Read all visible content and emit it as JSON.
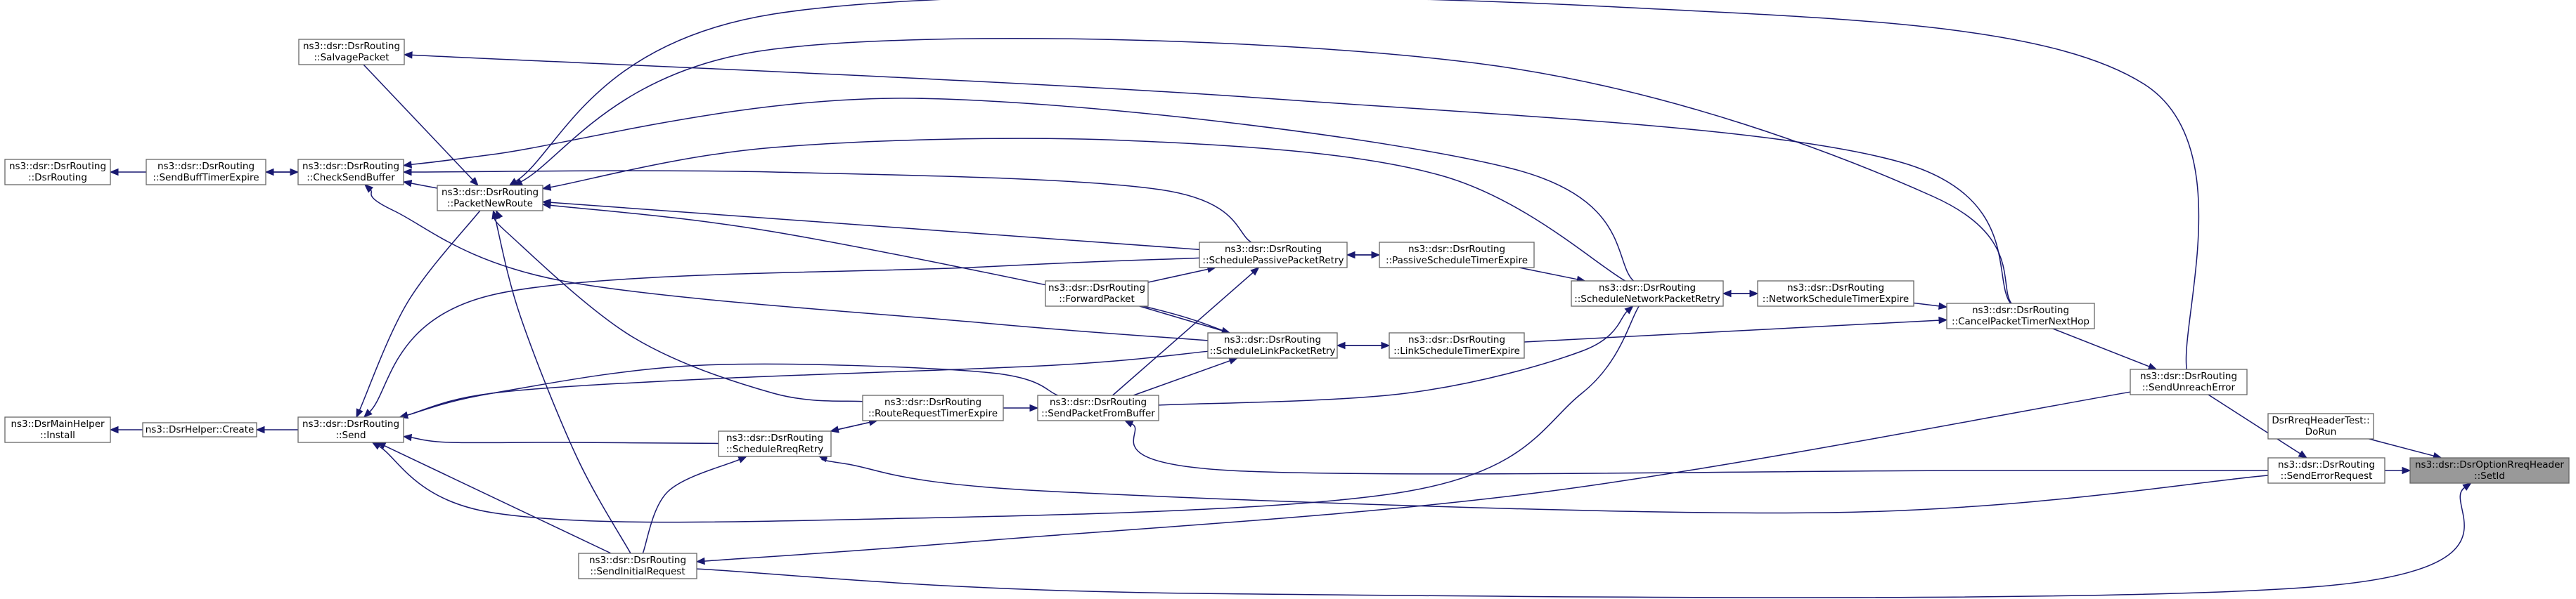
{
  "graph": {
    "title": "",
    "colors": {
      "edge": "#191970",
      "root_fill": "#999999",
      "node_border": "#666666"
    },
    "nodes": [
      {
        "id": "setid",
        "lines": [
          "ns3::dsr::DsrOptionRreqHeader",
          "::SetId"
        ],
        "root": true
      },
      {
        "id": "dorun",
        "lines": [
          "DsrRreqHeaderTest::",
          "DoRun"
        ]
      },
      {
        "id": "senderr",
        "lines": [
          "ns3::dsr::DsrRouting",
          "::SendErrorRequest"
        ]
      },
      {
        "id": "sendunreach",
        "lines": [
          "ns3::dsr::DsrRouting",
          "::SendUnreachError"
        ]
      },
      {
        "id": "cancelpkt",
        "lines": [
          "ns3::dsr::DsrRouting",
          "::CancelPacketTimerNextHop"
        ]
      },
      {
        "id": "netsched",
        "lines": [
          "ns3::dsr::DsrRouting",
          "::NetworkScheduleTimerExpire"
        ]
      },
      {
        "id": "schednet",
        "lines": [
          "ns3::dsr::DsrRouting",
          "::ScheduleNetworkPacketRetry"
        ]
      },
      {
        "id": "passivesched",
        "lines": [
          "ns3::dsr::DsrRouting",
          "::PassiveScheduleTimerExpire"
        ]
      },
      {
        "id": "linksched",
        "lines": [
          "ns3::dsr::DsrRouting",
          "::LinkScheduleTimerExpire"
        ]
      },
      {
        "id": "schedpassive",
        "lines": [
          "ns3::dsr::DsrRouting",
          "::SchedulePassivePacketRetry"
        ]
      },
      {
        "id": "forward",
        "lines": [
          "ns3::dsr::DsrRouting",
          "::ForwardPacket"
        ]
      },
      {
        "id": "schedlink",
        "lines": [
          "ns3::dsr::DsrRouting",
          "::ScheduleLinkPacketRetry"
        ]
      },
      {
        "id": "sendfrombuf",
        "lines": [
          "ns3::dsr::DsrRouting",
          "::SendPacketFromBuffer"
        ]
      },
      {
        "id": "routereq",
        "lines": [
          "ns3::dsr::DsrRouting",
          "::RouteRequestTimerExpire"
        ]
      },
      {
        "id": "schedrreq",
        "lines": [
          "ns3::dsr::DsrRouting",
          "::ScheduleRreqRetry"
        ]
      },
      {
        "id": "sendinit",
        "lines": [
          "ns3::dsr::DsrRouting",
          "::SendInitialRequest"
        ]
      },
      {
        "id": "salvage",
        "lines": [
          "ns3::dsr::DsrRouting",
          "::SalvagePacket"
        ]
      },
      {
        "id": "pktnew",
        "lines": [
          "ns3::dsr::DsrRouting",
          "::PacketNewRoute"
        ]
      },
      {
        "id": "checksend",
        "lines": [
          "ns3::dsr::DsrRouting",
          "::CheckSendBuffer"
        ]
      },
      {
        "id": "sendbuff",
        "lines": [
          "ns3::dsr::DsrRouting",
          "::SendBuffTimerExpire"
        ]
      },
      {
        "id": "dsrrouting",
        "lines": [
          "ns3::dsr::DsrRouting",
          "::DsrRouting"
        ]
      },
      {
        "id": "send",
        "lines": [
          "ns3::dsr::DsrRouting",
          "::Send"
        ]
      },
      {
        "id": "create",
        "lines": [
          "ns3::DsrHelper::Create"
        ]
      },
      {
        "id": "install",
        "lines": [
          "ns3::DsrMainHelper",
          "::Install"
        ]
      }
    ],
    "edges": [
      {
        "from": "dorun",
        "to": "setid"
      },
      {
        "from": "senderr",
        "to": "setid"
      },
      {
        "from": "sendinit",
        "to": "setid"
      },
      {
        "from": "sendunreach",
        "to": "senderr"
      },
      {
        "from": "cancelpkt",
        "to": "sendunreach"
      },
      {
        "from": "netsched",
        "to": "cancelpkt"
      },
      {
        "from": "schednet",
        "to": "netsched"
      },
      {
        "from": "netsched",
        "to": "schednet"
      },
      {
        "from": "passivesched",
        "to": "schednet"
      },
      {
        "from": "linksched",
        "to": "cancelpkt"
      },
      {
        "from": "schedlink",
        "to": "linksched"
      },
      {
        "from": "linksched",
        "to": "schedlink"
      },
      {
        "from": "schedpassive",
        "to": "passivesched"
      },
      {
        "from": "passivesched",
        "to": "schedpassive"
      },
      {
        "from": "forward",
        "to": "schedpassive"
      },
      {
        "from": "forward",
        "to": "schedlink"
      },
      {
        "from": "sendfrombuf",
        "to": "schedlink"
      },
      {
        "from": "sendfrombuf",
        "to": "schedpassive"
      },
      {
        "from": "sendfrombuf",
        "to": "schednet"
      },
      {
        "from": "routereq",
        "to": "sendfrombuf"
      },
      {
        "from": "senderr",
        "to": "sendfrombuf"
      },
      {
        "from": "schedrreq",
        "to": "routereq"
      },
      {
        "from": "routereq",
        "to": "schedrreq"
      },
      {
        "from": "senderr",
        "to": "schedrreq"
      },
      {
        "from": "sendinit",
        "to": "schedrreq"
      },
      {
        "from": "sendunreach",
        "to": "sendinit"
      },
      {
        "from": "cancelpkt",
        "to": "salvage"
      },
      {
        "from": "salvage",
        "to": "pktnew"
      },
      {
        "from": "schedpassive",
        "to": "pktnew"
      },
      {
        "from": "schedlink",
        "to": "pktnew"
      },
      {
        "from": "schednet",
        "to": "pktnew"
      },
      {
        "from": "routereq",
        "to": "pktnew"
      },
      {
        "from": "sendinit",
        "to": "pktnew"
      },
      {
        "from": "sendunreach",
        "to": "pktnew"
      },
      {
        "from": "cancelpkt",
        "to": "pktnew"
      },
      {
        "from": "pktnew",
        "to": "checksend"
      },
      {
        "from": "schedpassive",
        "to": "checksend"
      },
      {
        "from": "schedlink",
        "to": "checksend"
      },
      {
        "from": "schednet",
        "to": "checksend"
      },
      {
        "from": "checksend",
        "to": "sendbuff"
      },
      {
        "from": "sendbuff",
        "to": "checksend"
      },
      {
        "from": "sendbuff",
        "to": "dsrrouting"
      },
      {
        "from": "pktnew",
        "to": "send"
      },
      {
        "from": "schedpassive",
        "to": "send"
      },
      {
        "from": "schedlink",
        "to": "send"
      },
      {
        "from": "schednet",
        "to": "send"
      },
      {
        "from": "sendfrombuf",
        "to": "send"
      },
      {
        "from": "schedrreq",
        "to": "send"
      },
      {
        "from": "sendinit",
        "to": "send"
      },
      {
        "from": "send",
        "to": "create"
      },
      {
        "from": "create",
        "to": "install"
      }
    ]
  }
}
